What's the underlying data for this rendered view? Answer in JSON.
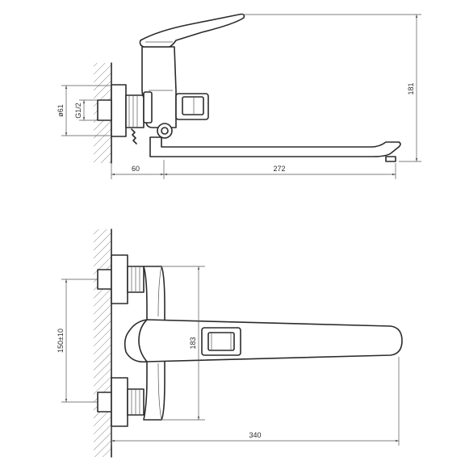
{
  "side_view": {
    "dimensions": {
      "wall_offset": "60",
      "spout_reach": "272",
      "height": "181",
      "eccentric_diameter": "ø61",
      "thread": "G1/2"
    }
  },
  "bottom_view": {
    "dimensions": {
      "inlet_spacing": "150±10",
      "body_height": "183",
      "total_length": "340"
    }
  },
  "colors": {
    "line": "#2b2b2b",
    "dimension": "#555555",
    "background": "#ffffff"
  }
}
